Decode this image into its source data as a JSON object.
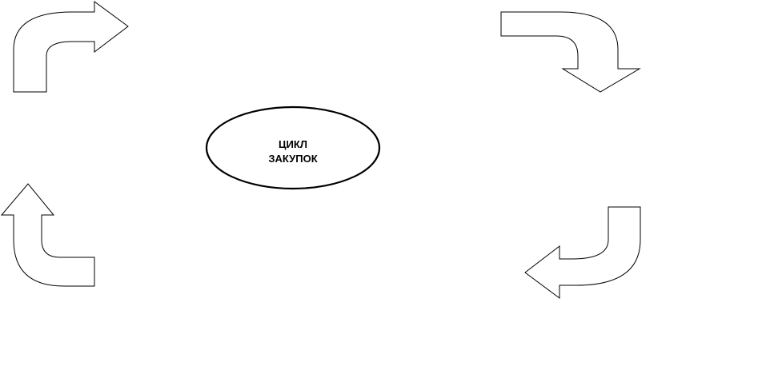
{
  "diagram": {
    "center": {
      "line1": "ЦИКЛ",
      "line2": "ЗАКУПОК"
    },
    "arrows": [
      {
        "id": "top-left",
        "direction": "right"
      },
      {
        "id": "top-right",
        "direction": "down"
      },
      {
        "id": "bottom-right",
        "direction": "left"
      },
      {
        "id": "bottom-left",
        "direction": "up"
      }
    ],
    "colors": {
      "stroke": "#000000",
      "fill": "#ffffff",
      "background": "#ffffff"
    }
  }
}
